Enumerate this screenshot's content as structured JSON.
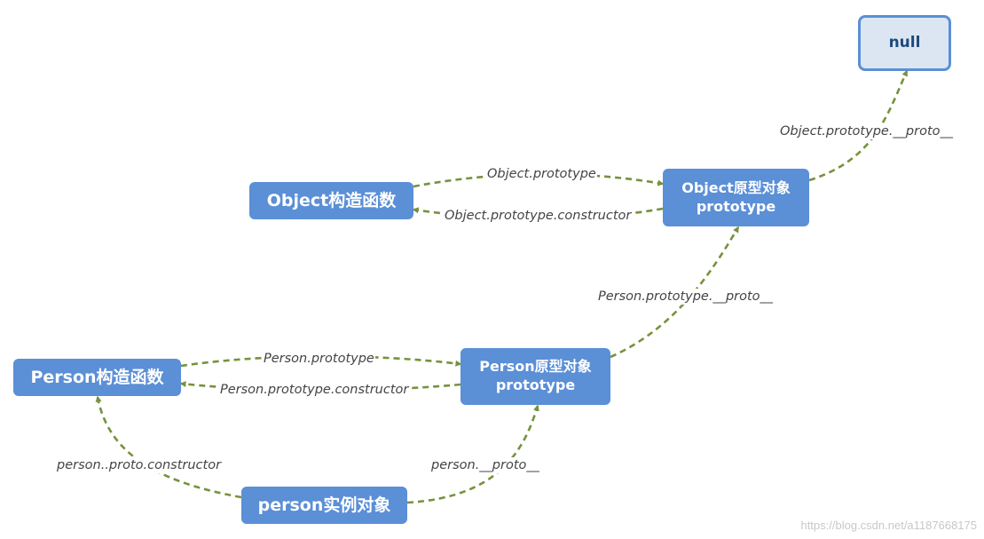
{
  "colors": {
    "node_fill": "#5b8fd6",
    "node_text": "#ffffff",
    "null_fill": "#dce6f2",
    "null_text": "#1f497d",
    "edge": "#76923c"
  },
  "nodes": {
    "null": "null",
    "object_constructor": "Object构造函数",
    "object_prototype_line1": "Object原型对象",
    "object_prototype_line2": "prototype",
    "person_constructor": "Person构造函数",
    "person_prototype_line1": "Person原型对象",
    "person_prototype_line2": "prototype",
    "person_instance": "person实例对象"
  },
  "edges": {
    "object_proto_to_null": "Object.prototype.__proto__",
    "object_prototype": "Object.prototype",
    "object_prototype_constructor": "Object.prototype.constructor",
    "person_proto_to_object_proto": "Person.prototype.__proto__",
    "person_prototype": "Person.prototype",
    "person_prototype_constructor": "Person.prototype.constructor",
    "instance_proto_constructor": "person..proto.constructor",
    "instance_proto": "person.__proto__"
  },
  "watermark": "https://blog.csdn.net/a1187668175"
}
